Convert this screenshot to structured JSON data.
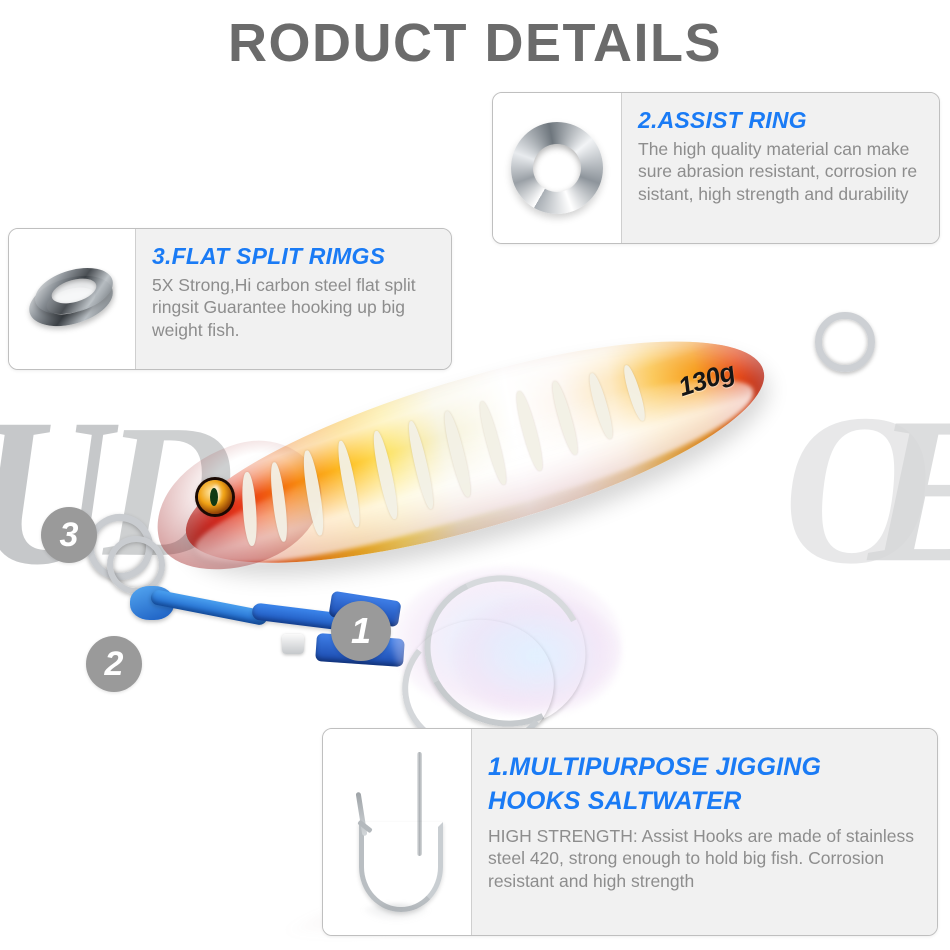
{
  "page": {
    "title": "RODUCT DETAILS",
    "accent_blue": "#1a7bf5",
    "title_gray": "#6b6b6b",
    "body_gray": "#8d8d8d",
    "badge_gray": "#9a9a9a",
    "background": "#ffffff"
  },
  "watermark": {
    "letters": [
      "U",
      "D",
      "O",
      "E"
    ]
  },
  "product": {
    "weight_label": "130g",
    "weight_number": "130",
    "weight_unit": "g"
  },
  "badges": [
    {
      "id": "badge1",
      "label": "1"
    },
    {
      "id": "badge2",
      "label": "2"
    },
    {
      "id": "badge3",
      "label": "3"
    }
  ],
  "callouts": {
    "hooks": {
      "number": "1",
      "heading_line1": "1.MULTIPURPOSE JIGGING",
      "heading_line2": "HOOKS SALTWATER",
      "body": "HIGH STRENGTH: Assist Hooks are made of stainless steel 420, strong enough to hold big fish. Corrosion resistant and high strength",
      "icon": "fishing-hook-icon"
    },
    "assist_ring": {
      "number": "2",
      "heading": "2.ASSIST RING",
      "body": "The high quality material can make sure abrasion resistant, corrosion re sistant, high strength and durability",
      "icon": "solid-ring-icon"
    },
    "split_rings": {
      "number": "3",
      "heading": "3.FLAT SPLIT RIMGS",
      "body": "5X Strong,Hi carbon steel flat split ringsit Guarantee hooking up big weight fish.",
      "icon": "flat-split-ring-icon"
    }
  }
}
